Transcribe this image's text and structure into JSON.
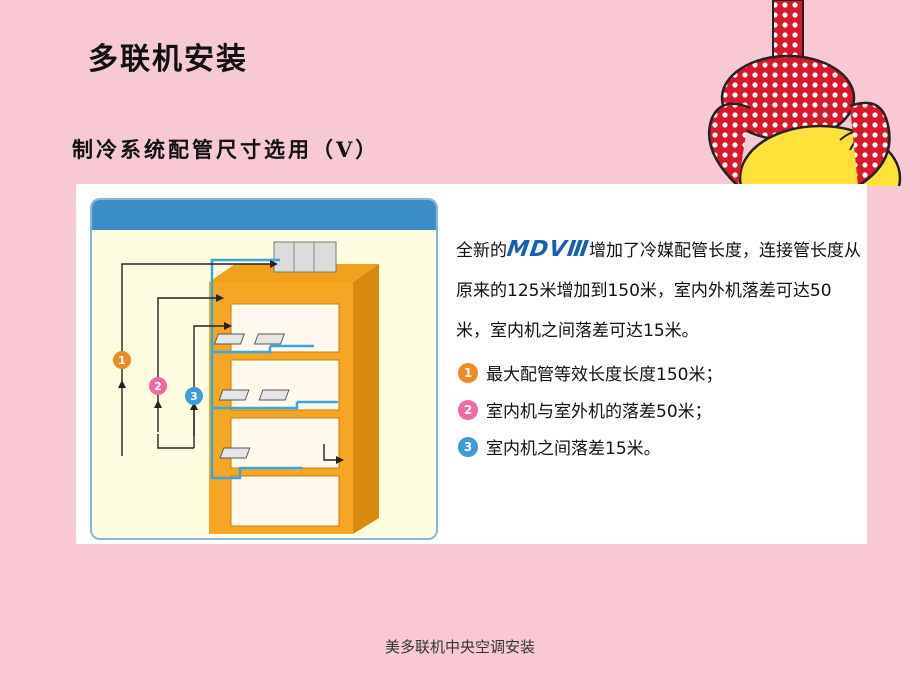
{
  "title": "多联机安装",
  "subtitle": "制冷系统配管尺寸选用（V）",
  "figure": {
    "intro_before": "全新的",
    "brand": "MDVⅢ",
    "intro_after": "增加了冷媒配管长度，连接管长度从原来的125米增加到150米，室内外机落差可达50米，室内机之间落差可达15米。",
    "points": [
      {
        "num": "1",
        "text": "最大配管等效长度长度150米；",
        "color": "#f08a24"
      },
      {
        "num": "2",
        "text": "室内机与室外机的落差50米；",
        "color": "#ee6aa7"
      },
      {
        "num": "3",
        "text": "室内机之间落差15米。",
        "color": "#3e9bd6"
      }
    ],
    "diagram_markers": [
      {
        "num": "1",
        "color": "#f08a24"
      },
      {
        "num": "2",
        "color": "#ee6aa7"
      },
      {
        "num": "3",
        "color": "#3e9bd6"
      }
    ]
  },
  "footer": "美多联机中央空调安装"
}
